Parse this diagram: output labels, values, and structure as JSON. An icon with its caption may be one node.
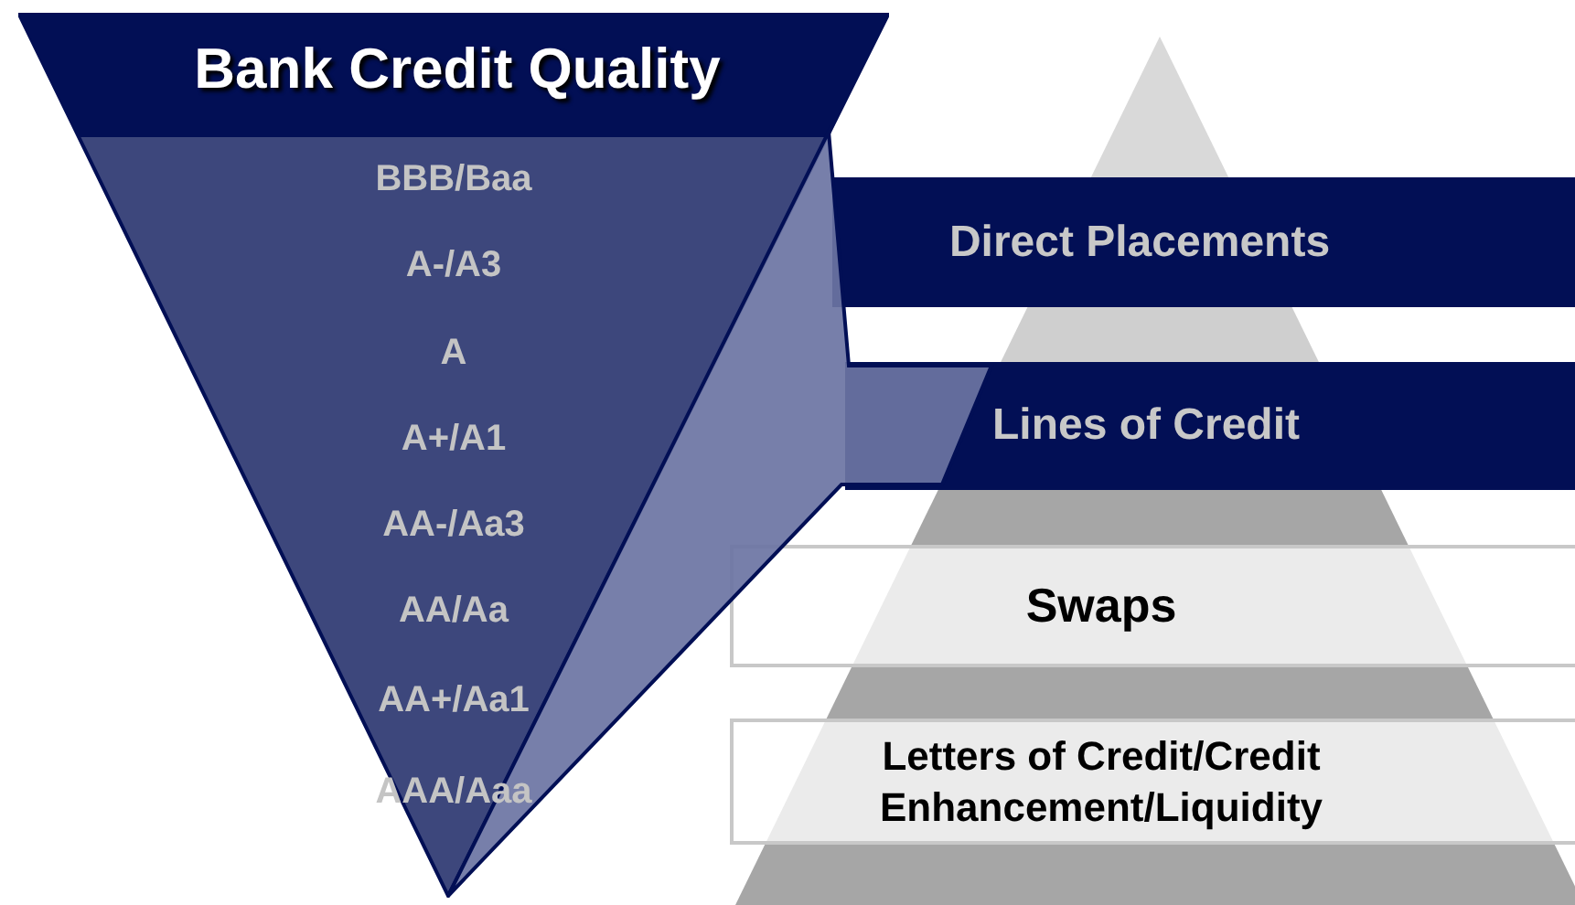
{
  "diagram": {
    "nodes": [
      {
        "text": [
          "Bank Credit Quality",
          "BBB/Baa",
          "A-/A3",
          "A",
          "A+/A1",
          "AA-/Aa3",
          "AA/Aa",
          "AA+/Aa1",
          "AAA/Aaa"
        ]
      },
      {
        "text": [
          "Direct Placements"
        ]
      },
      {
        "text": [
          "Lines of Credit"
        ]
      },
      {
        "text": [
          "Swaps"
        ]
      },
      {
        "text": [
          "Letters of Credit/Credit Enhancement/Liquidity"
        ]
      }
    ]
  }
}
